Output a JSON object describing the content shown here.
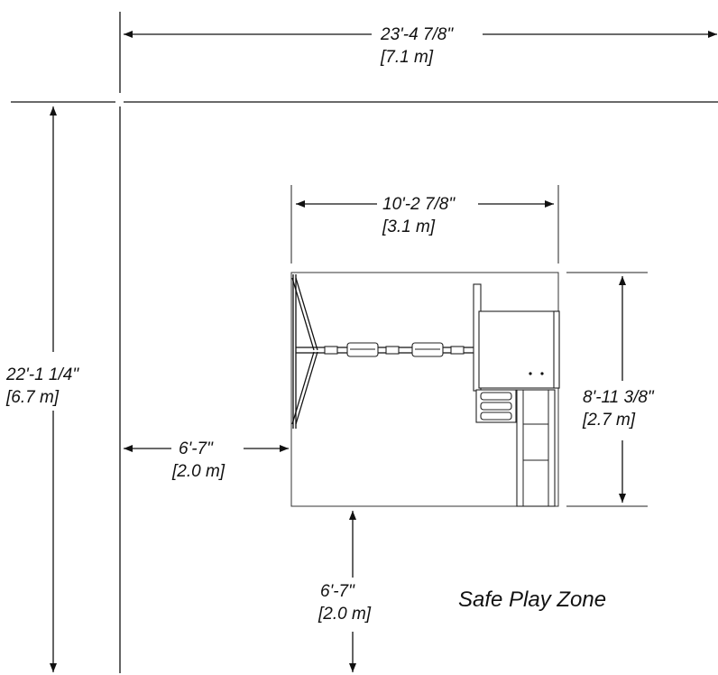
{
  "overall_width": {
    "ft": "23'-4 7/8\"",
    "m": "[7.1 m]"
  },
  "overall_depth": {
    "ft": "22'-1 1/4\"",
    "m": "[6.7 m]"
  },
  "unit_width": {
    "ft": "10'-2 7/8\"",
    "m": "[3.1 m]"
  },
  "unit_depth": {
    "ft": "8'-11 3/8\"",
    "m": "[2.7 m]"
  },
  "side_clearance": {
    "ft": "6'-7\"",
    "m": "[2.0 m]"
  },
  "front_clearance": {
    "ft": "6'-7\"",
    "m": "[2.0 m]"
  },
  "zone_label": "Safe Play Zone",
  "colors": {
    "line": "#111111",
    "background": "#ffffff"
  }
}
